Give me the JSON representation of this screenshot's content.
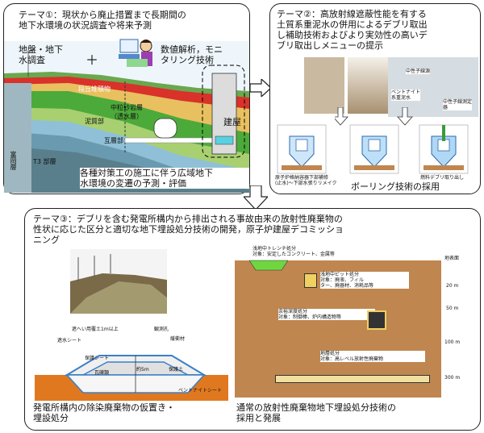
{
  "theme1": {
    "title_line1": "テーマ①：現状から廃止措置まで長期間の",
    "title_line2": "地下水環境の状況調査や将来予測",
    "survey_line1": "地盤・地下",
    "survey_line2": "水調査",
    "analysis_line1": "数値解析，モニ",
    "analysis_line2": "タリング技術",
    "layer_dankyu": "段丘堆積物",
    "layer_nakaryu_1": "中粒砂岩層",
    "layer_nakaryu_2": "（透水層）",
    "layer_deigan": "泥質部",
    "layer_goiso": "互層部",
    "layer_tomioka": "富岡層",
    "layer_t3": "T3 部層",
    "building": "建屋",
    "footer_line1": "各種対策工の施工に伴う広域地下",
    "footer_line2": "水環境の変遷の予測・評価"
  },
  "theme2": {
    "title_line1": "テーマ②：高放射線遮蔽性能を有する",
    "title_line2": "土質系重泥水の併用によるデブリ取出",
    "title_line3": "し補助技術およびより実効性の高いデ",
    "title_line4": "ブリ取出しメニューの提示",
    "label_kinshu": "中性子線源",
    "label_bento": "ベントナイト系重泥水",
    "label_sokutei": "中性子線測定器",
    "caption_left_1": "原子炉格納容器下部補修",
    "caption_left_2": "(止水)〜下部水張りリメイク",
    "caption_right": "燃料デブリ取り出し",
    "footer": "ボーリング技術の採用"
  },
  "theme3": {
    "title_line1": "テーマ③：デブリを含む発電所構内から排出される事故由来の放射性廃棄物の",
    "title_line2": "性状に応じた区分と適切な地下埋設処分技術の開発，原子炉建屋デコミッショ",
    "title_line3": "ニング",
    "cross_cover": "遮へい用覆土1m以上",
    "cross_observe": "観測孔",
    "cross_buffer": "緩衝材",
    "cross_water_sheet": "遮水シート",
    "cross_protect_sheet": "保護シート",
    "cross_gravel": "瓦礫類",
    "cross_depth": "約5m",
    "cross_protect_soil": "保護土",
    "cross_bento_sheet": "ベントナイトシート",
    "footer_left_1": "発電所構内の除染廃棄物の仮置き・",
    "footer_left_2": "埋設処分",
    "trench_title": "浅地中トレンチ処分",
    "trench_sub": "対象：安定したコンクリート、金属等",
    "pit_title": "浅地中ピット処分",
    "pit_sub_1": "対象：廃液、フィル",
    "pit_sub_2": "ター、廃器材、消耗品等",
    "mid_title": "余裕深度処分",
    "mid_sub": "対象：制御棒、炉内構造物等",
    "deep_title": "地層処分",
    "deep_sub": "対象：高レベル放射性廃棄物",
    "depth_header": "地表面",
    "depth_20": "20 m",
    "depth_50": "50 m",
    "depth_100": "100 m",
    "depth_300": "300 m",
    "footer_right_1": "通常の放射性廃棄物地下埋設処分技術の",
    "footer_right_2": "採用と発展"
  },
  "colors": {
    "soil": "#c08650",
    "sky": "#eef6fb",
    "layer_red": "#d8322a",
    "layer_green": "#4caa3a",
    "layer_gray": "#8c8c8c",
    "trench_green": "#6fd640",
    "bento_orange": "#e08a1c"
  }
}
